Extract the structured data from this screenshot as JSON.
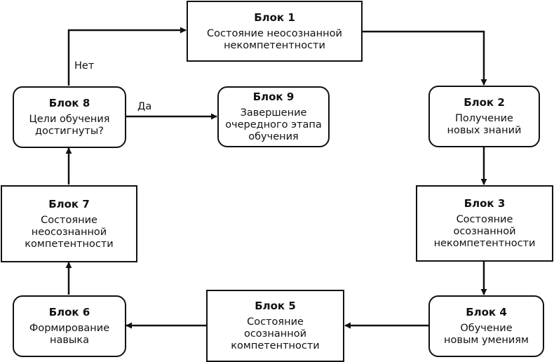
{
  "blocks": {
    "b1": {
      "title": "Блок 1",
      "text": "Состояние неосознанной\nнекомпетентности"
    },
    "b2": {
      "title": "Блок 2",
      "text": "Получение\nновых знаний"
    },
    "b3": {
      "title": "Блок 3",
      "text": "Состояние\nосознанной\nнекомпетентности"
    },
    "b4": {
      "title": "Блок 4",
      "text": "Обучение\nновым умениям"
    },
    "b5": {
      "title": "Блок 5",
      "text": "Состояние\nосознанной\nкомпетентности"
    },
    "b6": {
      "title": "Блок 6",
      "text": "Формирование\nнавыка"
    },
    "b7": {
      "title": "Блок 7",
      "text": "Состояние\nнеосознанной\nкомпетентности"
    },
    "b8": {
      "title": "Блок 8",
      "text": "Цели обучения\nдостигнуты?"
    },
    "b9": {
      "title": "Блок 9",
      "text": "Завершение\nочередного этапа\nобучения"
    }
  },
  "edges": {
    "no_label": "Нет",
    "yes_label": "Да"
  },
  "colors": {
    "line": "#111111",
    "background": "#ffffff"
  }
}
